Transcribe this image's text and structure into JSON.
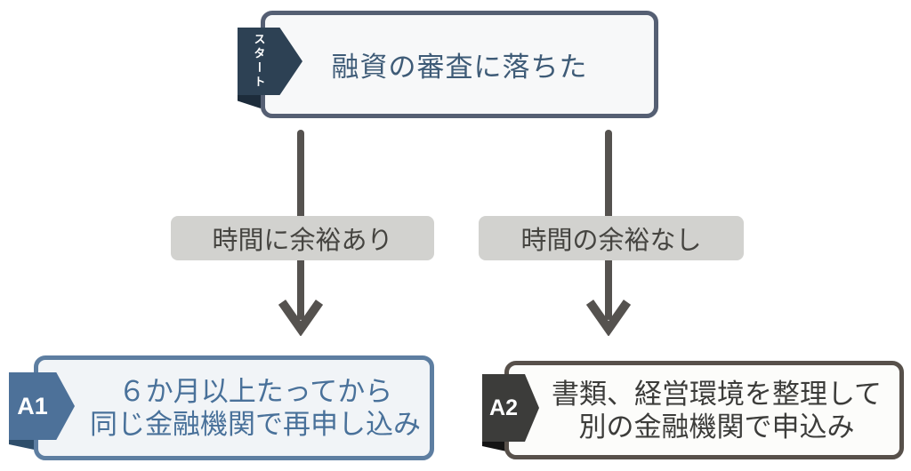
{
  "diagram": {
    "type": "flowchart",
    "start_node": {
      "badge": "スタート",
      "label": "融資の審査に落ちた",
      "border_color": "#555f73",
      "badge_color": "#2d4154",
      "text_color": "#3e5b77",
      "bg_color": "#f7f8f9"
    },
    "branch_left": {
      "condition": "時間に余裕あり",
      "badge": "A1",
      "label_line1": "６か月以上たってから",
      "label_line2": "同じ金融機関で再申し込み",
      "border_color": "#5d7ea1",
      "badge_color": "#4d7199",
      "text_color": "#49719a",
      "bg_color": "#f1f4f7"
    },
    "branch_right": {
      "condition": "時間の余裕なし",
      "badge": "A2",
      "label_line1": "書類、経営環境を整理して",
      "label_line2": "別の金融機関で申込み",
      "border_color": "#57504a",
      "badge_color": "#3c3c3a",
      "text_color": "#3c3c3a",
      "bg_color": "#fcfcfa"
    },
    "condition_label_bg": "#d2d2cf",
    "condition_label_text_color": "#454440",
    "arrow_color": "#55524f"
  }
}
